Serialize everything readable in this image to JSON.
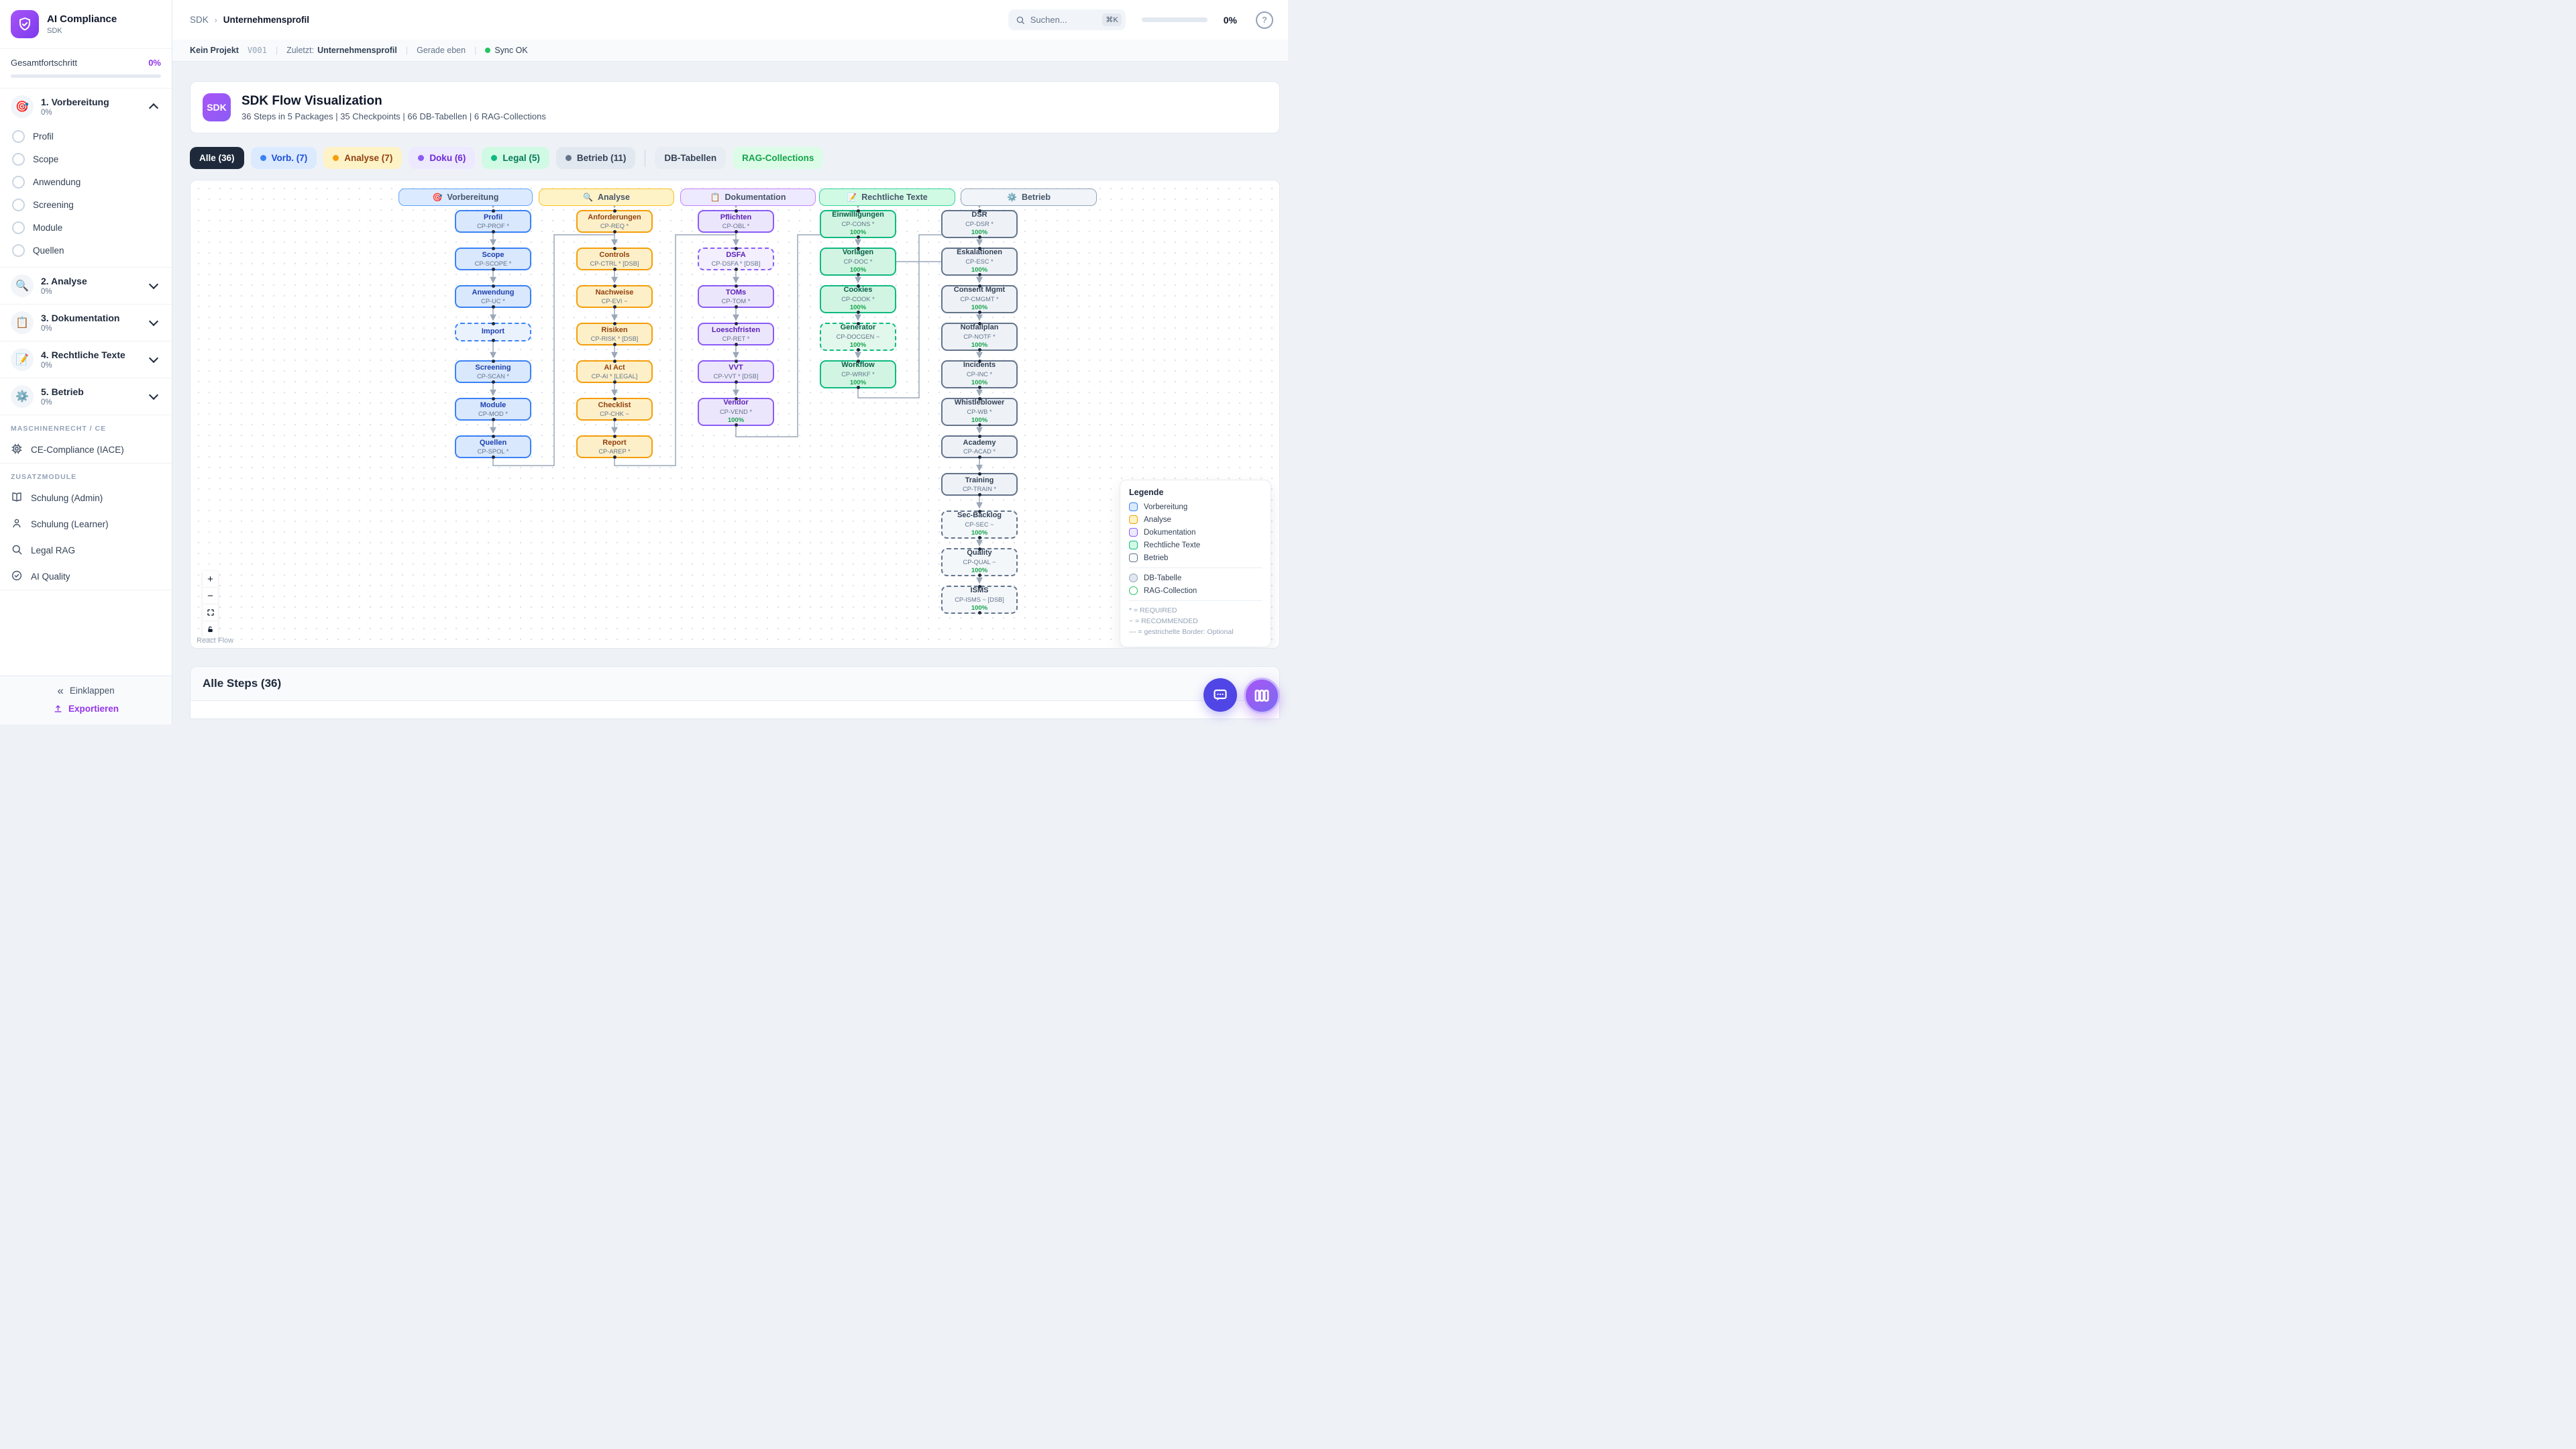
{
  "colors": {
    "accent": "#7c3aed",
    "vorb": "#3b82f6",
    "analyse": "#f59e0b",
    "doku": "#8b5cf6",
    "legal": "#10b981",
    "betrieb": "#64748b",
    "progress_green": "#22c55e",
    "sync_green": "#22c55e",
    "export_purple": "#9333ea"
  },
  "sidebar": {
    "brand": {
      "title": "AI Compliance",
      "subtitle": "SDK"
    },
    "progress": {
      "label": "Gesamtfortschritt",
      "value": "0%"
    },
    "sections": [
      {
        "title": "1. Vorbereitung",
        "pct": "0%",
        "icon": "🎯",
        "expanded": true,
        "items": [
          "Profil",
          "Scope",
          "Anwendung",
          "Screening",
          "Module",
          "Quellen"
        ]
      },
      {
        "title": "2. Analyse",
        "pct": "0%",
        "icon": "🔍",
        "expanded": false,
        "items": []
      },
      {
        "title": "3. Dokumentation",
        "pct": "0%",
        "icon": "📋",
        "expanded": false,
        "items": []
      },
      {
        "title": "4. Rechtliche Texte",
        "pct": "0%",
        "icon": "📝",
        "expanded": false,
        "items": []
      },
      {
        "title": "5. Betrieb",
        "pct": "0%",
        "icon": "⚙️",
        "expanded": false,
        "items": []
      }
    ],
    "groups": [
      {
        "label": "MASCHINENRECHT / CE",
        "items": [
          {
            "icon": "chip-icon",
            "label": "CE-Compliance (IACE)"
          }
        ]
      },
      {
        "label": "ZUSATZMODULE",
        "items": [
          {
            "icon": "book-icon",
            "label": "Schulung (Admin)"
          },
          {
            "icon": "user-icon",
            "label": "Schulung (Learner)"
          },
          {
            "icon": "search-icon",
            "label": "Legal RAG"
          },
          {
            "icon": "check-circle-icon",
            "label": "AI Quality"
          }
        ]
      }
    ],
    "footer": {
      "collapse": "Einklappen",
      "export": "Exportieren"
    }
  },
  "header": {
    "breadcrumb": [
      "SDK",
      "Unternehmensprofil"
    ],
    "search": {
      "placeholder": "Suchen...",
      "shortcut": "⌘K"
    },
    "progress": "0%"
  },
  "statusbar": {
    "project": "Kein Projekt",
    "version": "V001",
    "last_label": "Zuletzt:",
    "last_value": "Unternehmensprofil",
    "time": "Gerade eben",
    "sync": "Sync OK"
  },
  "overview": {
    "badge": "SDK",
    "title": "SDK Flow Visualization",
    "subtitle": "36 Steps in 5 Packages | 35 Checkpoints | 66 DB-Tabellen | 6 RAG-Collections"
  },
  "filters": [
    {
      "key": "all",
      "label": "Alle (36)",
      "active": true
    },
    {
      "key": "vorb",
      "label": "Vorb. (7)",
      "dot": "#3b82f6"
    },
    {
      "key": "analyse",
      "label": "Analyse (7)",
      "dot": "#f59e0b"
    },
    {
      "key": "doku",
      "label": "Doku (6)",
      "dot": "#8b5cf6"
    },
    {
      "key": "legal",
      "label": "Legal (5)",
      "dot": "#10b981"
    },
    {
      "key": "betrieb",
      "label": "Betrieb (11)",
      "dot": "#64748b"
    },
    {
      "key": "divider"
    },
    {
      "key": "db",
      "label": "DB-Tabellen"
    },
    {
      "key": "rag",
      "label": "RAG-Collections"
    }
  ],
  "flow": {
    "columns": [
      {
        "key": "vorb",
        "title": "Vorbereitung",
        "icon": "🎯",
        "nodes": [
          {
            "label": "Profil",
            "code": "CP-PROF *"
          },
          {
            "label": "Scope",
            "code": "CP-SCOPE *"
          },
          {
            "label": "Anwendung",
            "code": "CP-UC *"
          },
          {
            "label": "Import",
            "dashed": true
          },
          {
            "label": "Screening",
            "code": "CP-SCAN *"
          },
          {
            "label": "Module",
            "code": "CP-MOD *"
          },
          {
            "label": "Quellen",
            "code": "CP-SPOL *"
          }
        ]
      },
      {
        "key": "analyse",
        "title": "Analyse",
        "icon": "🔍",
        "nodes": [
          {
            "label": "Anforderungen",
            "code": "CP-REQ *"
          },
          {
            "label": "Controls",
            "code": "CP-CTRL * [DSB]"
          },
          {
            "label": "Nachweise",
            "code": "CP-EVI ~"
          },
          {
            "label": "Risiken",
            "code": "CP-RISK * [DSB]"
          },
          {
            "label": "AI Act",
            "code": "CP-AI * [LEGAL]"
          },
          {
            "label": "Checklist",
            "code": "CP-CHK ~"
          },
          {
            "label": "Report",
            "code": "CP-AREP *"
          }
        ]
      },
      {
        "key": "doku",
        "title": "Dokumentation",
        "icon": "📋",
        "nodes": [
          {
            "label": "Pflichten",
            "code": "CP-OBL *"
          },
          {
            "label": "DSFA",
            "code": "CP-DSFA * [DSB]",
            "dashed": true
          },
          {
            "label": "TOMs",
            "code": "CP-TOM *"
          },
          {
            "label": "Loeschfristen",
            "code": "CP-RET *"
          },
          {
            "label": "VVT",
            "code": "CP-VVT * [DSB]"
          },
          {
            "label": "Vendor",
            "code": "CP-VEND *",
            "progress": "100%"
          }
        ]
      },
      {
        "key": "legal",
        "title": "Rechtliche Texte",
        "icon": "📝",
        "nodes": [
          {
            "label": "Einwilligungen",
            "code": "CP-CONS *",
            "progress": "100%"
          },
          {
            "label": "Vorlagen",
            "code": "CP-DOC *",
            "progress": "100%"
          },
          {
            "label": "Cookies",
            "code": "CP-COOK *",
            "progress": "100%"
          },
          {
            "label": "Generator",
            "code": "CP-DOCGEN ~",
            "progress": "100%",
            "dashed": true
          },
          {
            "label": "Workflow",
            "code": "CP-WRKF *",
            "progress": "100%"
          }
        ]
      },
      {
        "key": "betrieb",
        "title": "Betrieb",
        "icon": "⚙️",
        "nodes": [
          {
            "label": "DSR",
            "code": "CP-DSR *",
            "progress": "100%"
          },
          {
            "label": "Eskalationen",
            "code": "CP-ESC *",
            "progress": "100%"
          },
          {
            "label": "Consent Mgmt",
            "code": "CP-CMGMT *",
            "progress": "100%"
          },
          {
            "label": "Notfallplan",
            "code": "CP-NOTF *",
            "progress": "100%"
          },
          {
            "label": "Incidents",
            "code": "CP-INC *",
            "progress": "100%"
          },
          {
            "label": "Whistleblower",
            "code": "CP-WB *",
            "progress": "100%"
          },
          {
            "label": "Academy",
            "code": "CP-ACAD *"
          },
          {
            "label": "Training",
            "code": "CP-TRAIN *"
          },
          {
            "label": "Sec-Backlog",
            "code": "CP-SEC ~",
            "progress": "100%",
            "dashed": true
          },
          {
            "label": "Quality",
            "code": "CP-QUAL ~",
            "progress": "100%",
            "dashed": true
          },
          {
            "label": "ISMS",
            "code": "CP-ISMS ~ [DSB]",
            "progress": "100%",
            "dashed": true
          }
        ]
      }
    ]
  },
  "legend": {
    "title": "Legende",
    "package_items": [
      {
        "key": "vorb",
        "label": "Vorbereitung"
      },
      {
        "key": "analyse",
        "label": "Analyse"
      },
      {
        "key": "doku",
        "label": "Dokumentation"
      },
      {
        "key": "legal",
        "label": "Rechtliche Texte"
      },
      {
        "key": "betrieb",
        "label": "Betrieb"
      }
    ],
    "shape_items": [
      {
        "key": "db",
        "label": "DB-Tabelle"
      },
      {
        "key": "rag",
        "label": "RAG-Collection"
      }
    ],
    "notes": [
      "* = REQUIRED",
      "~ = RECOMMENDED",
      "--- = gestrichelte Border: Optional"
    ]
  },
  "rf_controls": {
    "attribution": "React Flow",
    "buttons": [
      "zoom-in",
      "zoom-out",
      "fit-view",
      "lock"
    ]
  },
  "steps_card": {
    "title": "Alle Steps (36)"
  }
}
